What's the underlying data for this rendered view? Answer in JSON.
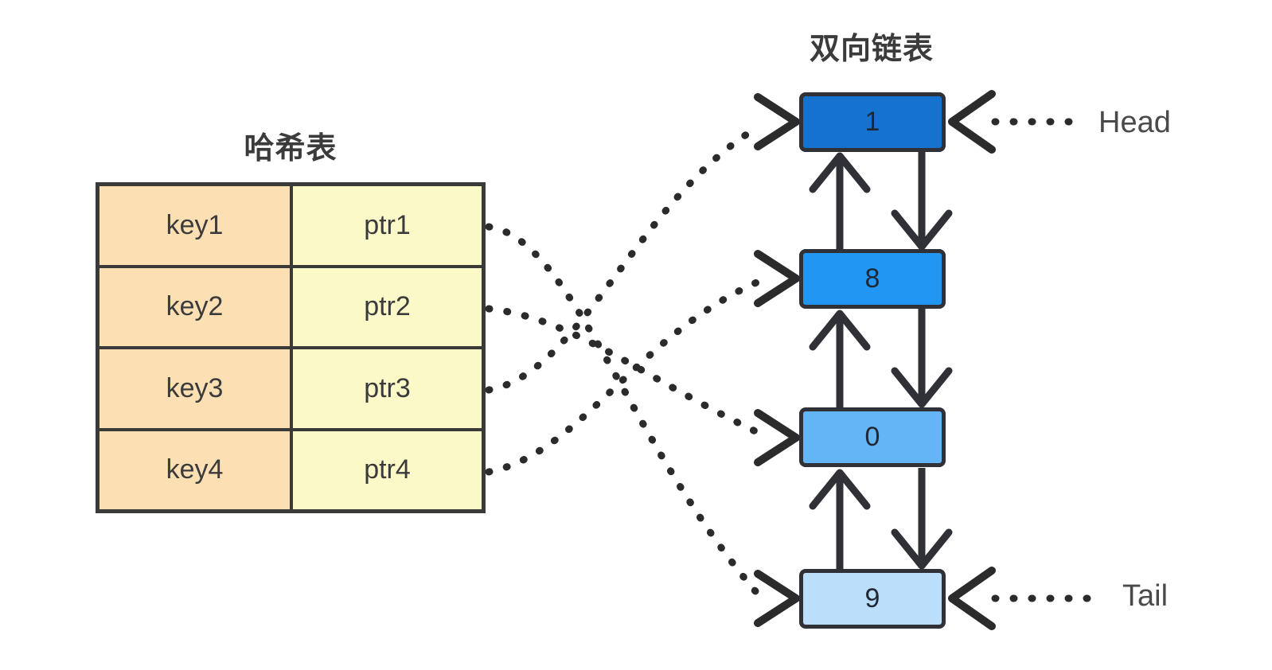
{
  "hash_table": {
    "title": "哈希表",
    "columns": [
      "key",
      "ptr"
    ],
    "rows": [
      {
        "key": "key1",
        "ptr": "ptr1"
      },
      {
        "key": "key2",
        "ptr": "ptr2"
      },
      {
        "key": "key3",
        "ptr": "ptr3"
      },
      {
        "key": "key4",
        "ptr": "ptr4"
      }
    ],
    "colors": {
      "key_cell": "#fce0b3",
      "ptr_cell": "#fcf9c8",
      "border": "#3a3a38"
    }
  },
  "linked_list": {
    "title": "双向链表",
    "nodes": [
      {
        "value": "1",
        "color": "#1572ce"
      },
      {
        "value": "8",
        "color": "#2196f3"
      },
      {
        "value": "0",
        "color": "#64b5f6"
      },
      {
        "value": "9",
        "color": "#bbdefb"
      }
    ],
    "head_label": "Head",
    "tail_label": "Tail",
    "border_color": "#2f3136"
  },
  "pointer_links": [
    {
      "from": "ptr1",
      "to": "9"
    },
    {
      "from": "ptr2",
      "to": "0"
    },
    {
      "from": "ptr3",
      "to": "1"
    },
    {
      "from": "ptr4",
      "to": "8"
    }
  ]
}
